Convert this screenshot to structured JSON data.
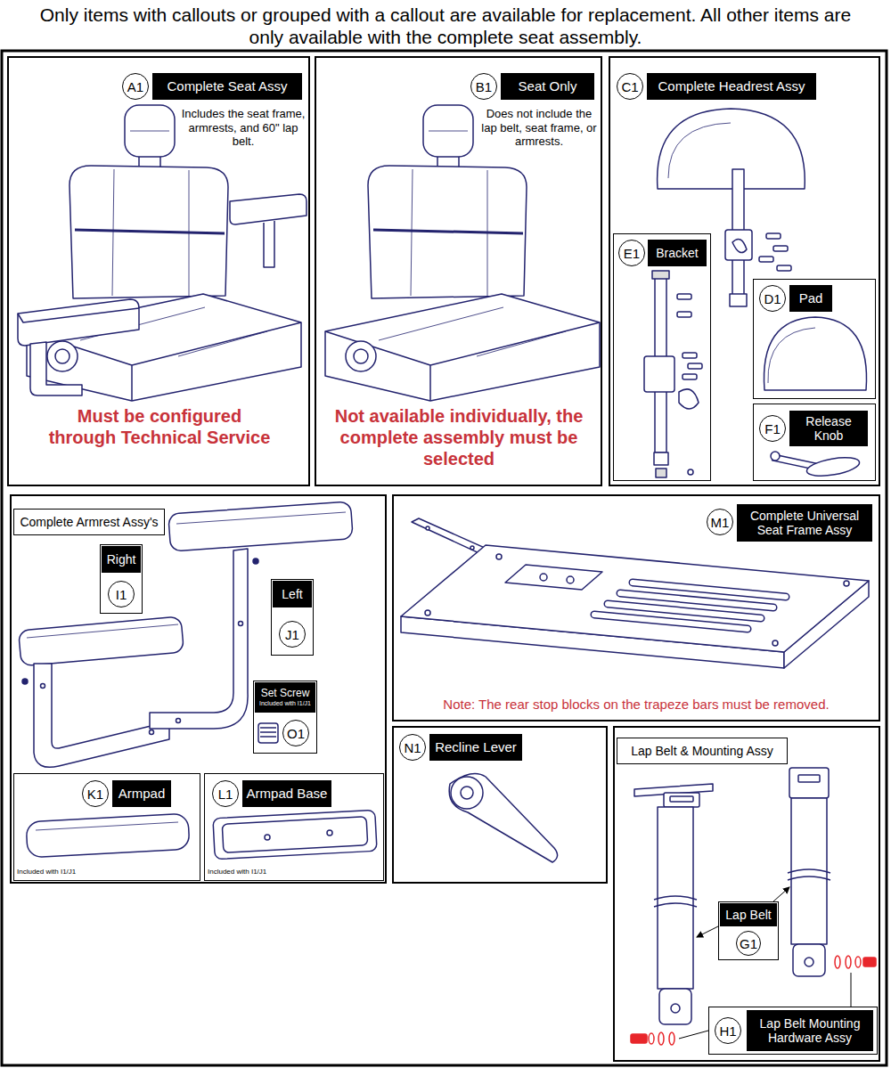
{
  "diagram": {
    "title": "Only items with callouts or grouped with a callout are available for replacement. All other items are only available with the complete seat assembly.",
    "nodes": [
      {
        "text": [
          "Includes the seat frame, armrests, and 60\" lap belt.",
          "Must be configured through Technical Service"
        ]
      },
      {
        "text": [
          "A1"
        ],
        "in": 0
      },
      {
        "text": [
          "Complete Seat Assy"
        ],
        "in": 0
      },
      {
        "text": [
          "Does not include the lap belt, seat frame, or armrests.",
          "Not available individually, the complete assembly must be selected"
        ]
      },
      {
        "text": [
          "B1"
        ],
        "in": 3
      },
      {
        "text": [
          "Seat Only"
        ],
        "in": 3
      },
      {
        "text": []
      },
      {
        "text": [
          "C1"
        ],
        "in": 6
      },
      {
        "text": [
          "Complete Headrest Assy"
        ],
        "in": 6
      },
      {
        "text": [],
        "in": 6
      },
      {
        "text": [
          "E1"
        ],
        "in": 9
      },
      {
        "text": [
          "Bracket"
        ],
        "in": 9
      },
      {
        "text": [],
        "in": 6
      },
      {
        "text": [
          "D1"
        ],
        "in": 12
      },
      {
        "text": [
          "Pad"
        ],
        "in": 12
      },
      {
        "text": [],
        "in": 6
      },
      {
        "text": [
          "F1"
        ],
        "in": 15
      },
      {
        "text": [
          "Release Knob"
        ],
        "in": 15
      },
      {
        "text": []
      },
      {
        "text": [
          "Complete Armrest Assy's"
        ],
        "in": 18
      },
      {
        "text": [],
        "in": 18
      },
      {
        "text": [
          "Right"
        ],
        "in": 20
      },
      {
        "text": [
          "I1"
        ],
        "in": 20
      },
      {
        "text": [],
        "in": 18
      },
      {
        "text": [
          "Left"
        ],
        "in": 23
      },
      {
        "text": [
          "J1"
        ],
        "in": 23
      },
      {
        "text": [],
        "in": 18
      },
      {
        "text": [
          "Set Screw",
          "Included with I1/J1"
        ],
        "in": 26
      },
      {
        "text": [
          "O1"
        ],
        "in": 26
      },
      {
        "text": [
          "Included with I1/J1"
        ],
        "in": 18
      },
      {
        "text": [
          "K1"
        ],
        "in": 29
      },
      {
        "text": [
          "Armpad"
        ],
        "in": 29
      },
      {
        "text": [
          "Included with I1/J1"
        ],
        "in": 18
      },
      {
        "text": [
          "L1"
        ],
        "in": 32
      },
      {
        "text": [
          "Armpad Base"
        ],
        "in": 32
      },
      {
        "text": [
          "Note: The rear stop blocks on the trapeze bars must be removed."
        ]
      },
      {
        "text": [
          "M1"
        ],
        "in": 35
      },
      {
        "text": [
          "Complete Universal Seat Frame Assy"
        ],
        "in": 35
      },
      {
        "text": []
      },
      {
        "text": [
          "N1"
        ],
        "in": 38
      },
      {
        "text": [
          "Recline Lever"
        ],
        "in": 38
      },
      {
        "text": []
      },
      {
        "text": [
          "Lap Belt & Mounting Assy"
        ],
        "in": 41
      },
      {
        "text": [],
        "in": 41
      },
      {
        "text": [
          "Lap Belt"
        ],
        "in": 43
      },
      {
        "text": [
          "G1"
        ],
        "in": 43
      },
      {
        "text": [],
        "in": 41
      },
      {
        "text": [
          "H1"
        ],
        "in": 46
      },
      {
        "text": [
          "Lap Belt Mounting Hardware Assy"
        ],
        "in": 46
      }
    ]
  }
}
